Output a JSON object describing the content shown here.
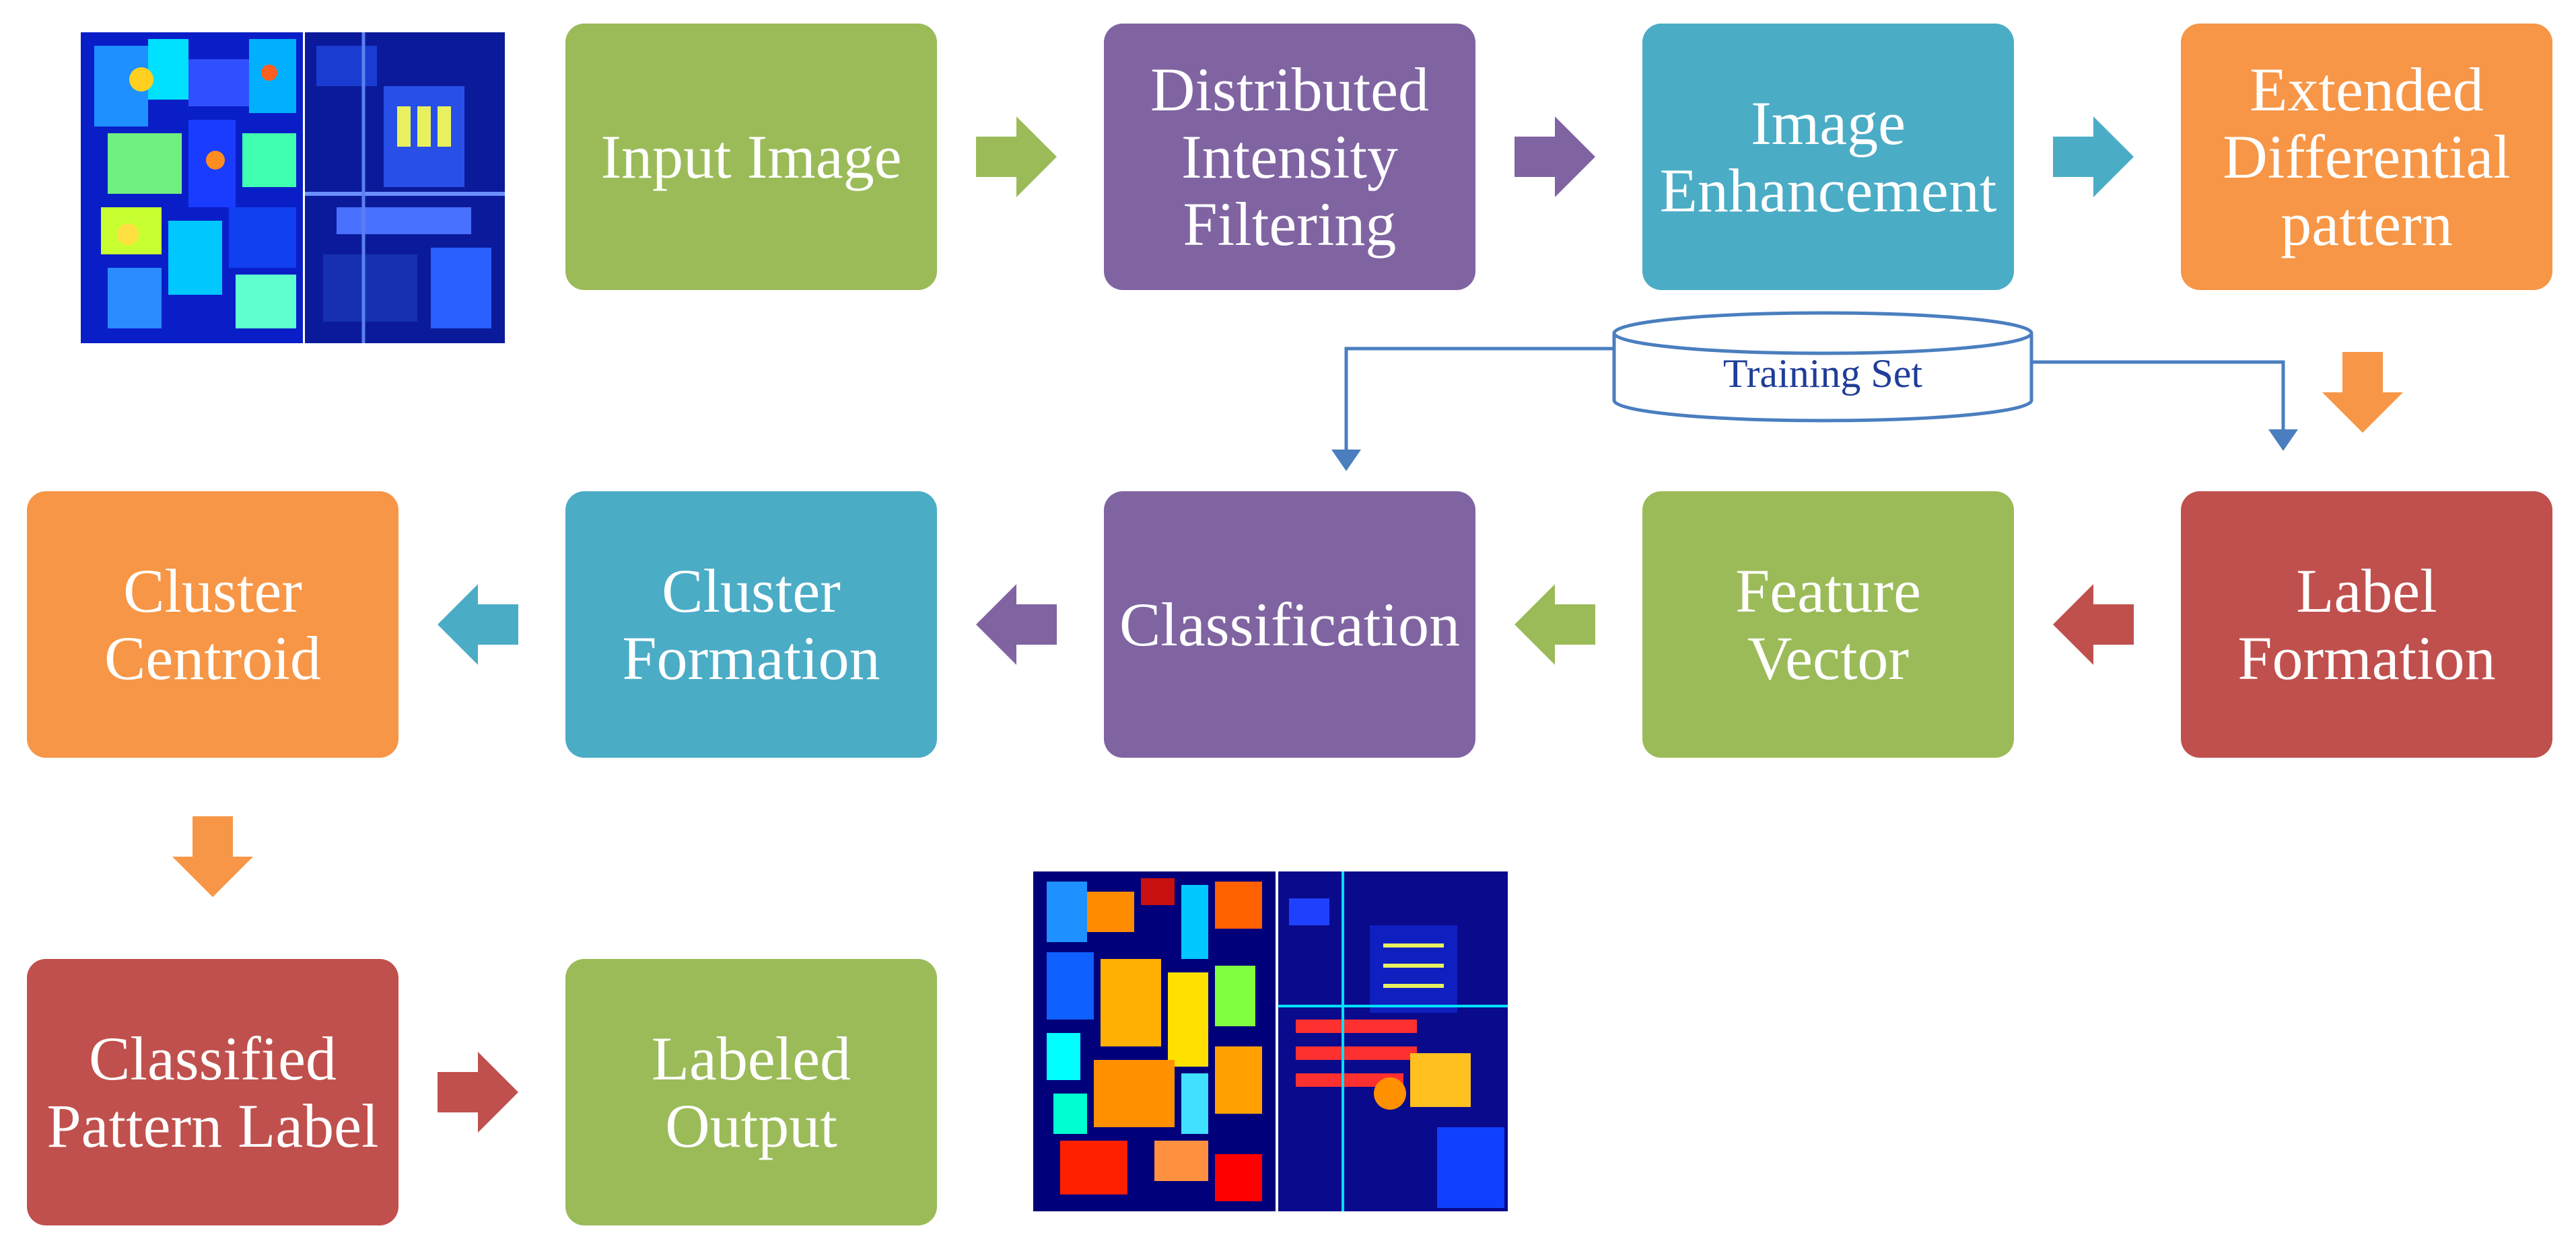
{
  "boxes": {
    "input_image": "Input Image",
    "distributed_intensity_filtering": "Distributed\nIntensity\nFiltering",
    "image_enhancement": "Image\nEnhancement",
    "extended_differential_pattern": "Extended\nDifferential\npattern",
    "label_formation": "Label\nFormation",
    "feature_vector": "Feature\nVector",
    "classification": "Classification",
    "cluster_formation": "Cluster\nFormation",
    "cluster_centroid": "Cluster\nCentroid",
    "classified_pattern_label": "Classified\nPattern Label",
    "labeled_output": "Labeled\nOutput"
  },
  "database": {
    "label": "Training Set"
  },
  "colors": {
    "green": "#9bbb59",
    "purple": "#8064a2",
    "teal": "#4bacc6",
    "orange": "#f79646",
    "red": "#c0504d",
    "connector": "#4a7ebf",
    "database_text": "#1f3d99"
  }
}
